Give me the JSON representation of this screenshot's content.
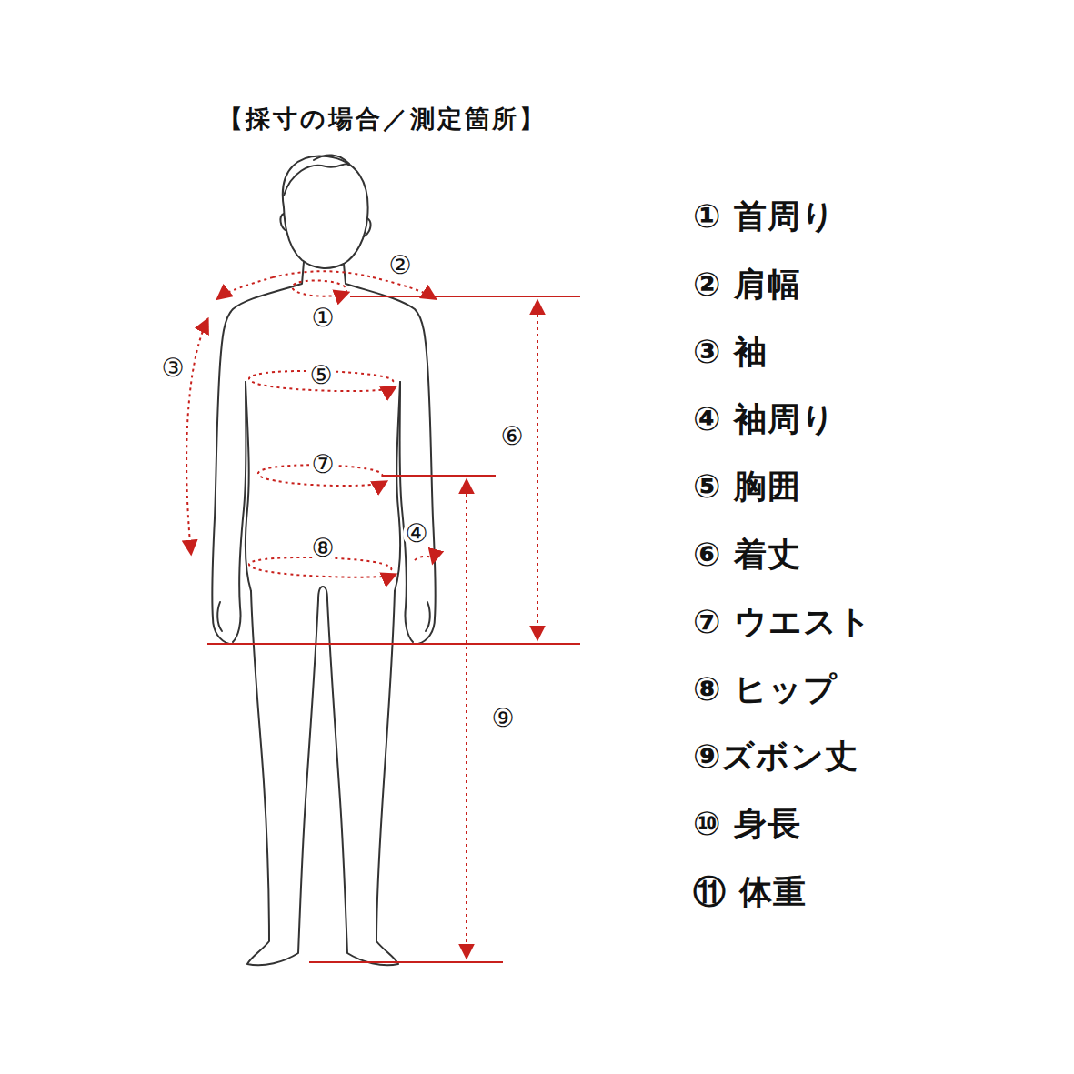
{
  "diagram": {
    "title": "【採寸の場合／測定箇所】",
    "labels": [
      "②",
      "①",
      "③",
      "⑤",
      "⑥",
      "⑦",
      "④",
      "⑧",
      "⑨",
      "① 首周り",
      "② 肩幅",
      "③ 袖",
      "④ 袖周り",
      "⑤ 胸囲",
      "⑥ 着丈",
      "⑦ ウエスト",
      "⑧ ヒップ",
      "⑨ズボン丈",
      "⑩ 身長",
      "⑪ 体重"
    ]
  }
}
